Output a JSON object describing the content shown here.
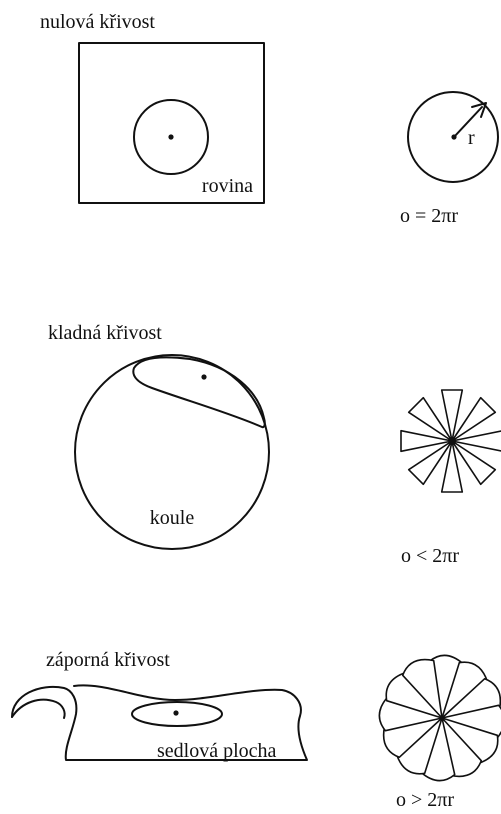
{
  "sections": [
    {
      "heading": "nulová křivost",
      "surface_label": "rovina",
      "radius_label": "r",
      "formula": "o = 2πr"
    },
    {
      "heading": "kladná křivost",
      "surface_label": "koule",
      "formula": "o < 2πr"
    },
    {
      "heading": "záporná křivost",
      "surface_label": "sedlová plocha",
      "formula": "o > 2πr"
    }
  ]
}
